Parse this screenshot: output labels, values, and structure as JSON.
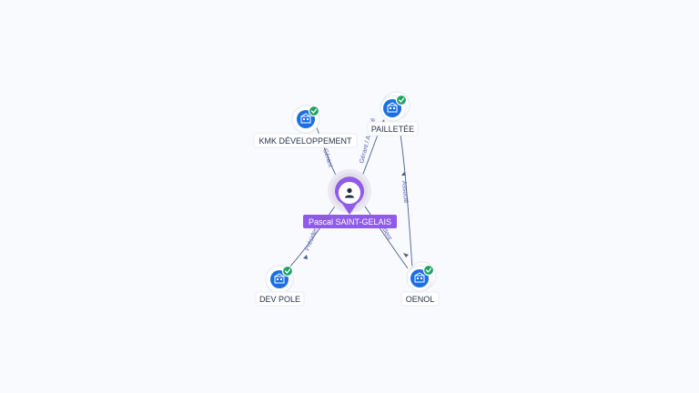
{
  "graph": {
    "center": {
      "name": "Pascal SAINT-GELAIS",
      "icon": "person-icon",
      "color": "#8f5be8"
    },
    "companies": [
      {
        "id": "kmk",
        "name": "KMK DÉVELOPPEMENT",
        "icon": "company-building-icon",
        "verified": true
      },
      {
        "id": "pailletee",
        "name": "PAILLETÉE",
        "icon": "company-building-icon",
        "verified": true
      },
      {
        "id": "devpole",
        "name": "DEV POLE",
        "icon": "company-building-icon",
        "verified": true
      },
      {
        "id": "oenol",
        "name": "OENOL",
        "icon": "company-building-icon",
        "verified": true
      }
    ],
    "relations": [
      {
        "from": "Pascal SAINT-GELAIS",
        "to": "KMK DÉVELOPPEMENT",
        "label": "Gérant"
      },
      {
        "from": "Pascal SAINT-GELAIS",
        "to": "PAILLETÉE",
        "label": "Gérant / Associé"
      },
      {
        "from": "Pascal SAINT-GELAIS",
        "to": "DEV POLE",
        "label": "Président"
      },
      {
        "from": "Pascal SAINT-GELAIS",
        "to": "OENOL",
        "label": "Président"
      },
      {
        "from": "OENOL",
        "to": "PAILLETÉE",
        "label": "Associé"
      }
    ],
    "colors": {
      "company": "#1b6fe3",
      "verified_badge": "#1fa363",
      "edge": "#4d5f8a",
      "edge_label": "#5d62b5"
    }
  }
}
